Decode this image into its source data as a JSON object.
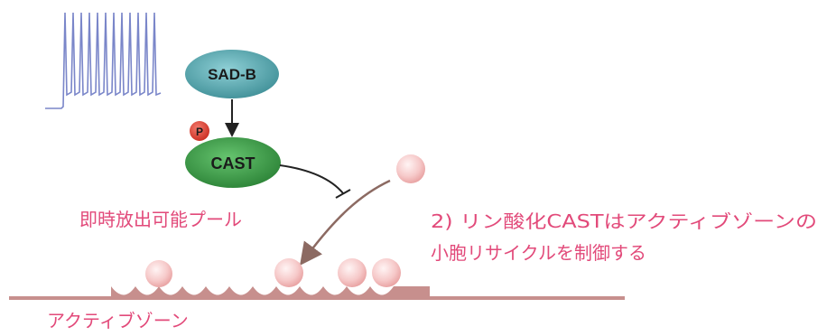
{
  "nodes": {
    "sad_b": "SAD-B",
    "cast": "CAST",
    "phospho": "P"
  },
  "labels": {
    "pool": "即時放出可能プール",
    "annotation_line1": "2) リン酸化CASTはアクティブゾーンの",
    "annotation_line2": "小胞リサイクルを制御する",
    "active_zone": "アクティブゾーン"
  },
  "colors": {
    "sad_b_fill": "#5aa9b0",
    "cast_fill": "#3ea34a",
    "phospho_fill": "#e2473a",
    "text_pink": "#e24a7a",
    "membrane": "#c78f8d",
    "vesicle": "#f6c9c9",
    "arrow": "#8c6a62",
    "trace": "#7a86c9"
  }
}
